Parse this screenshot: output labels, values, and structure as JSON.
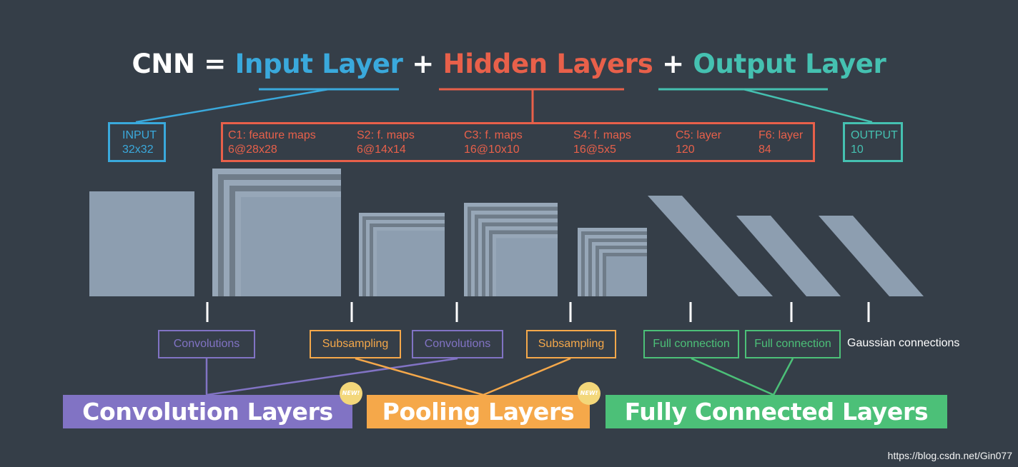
{
  "colors": {
    "input": "#3aa9dc",
    "hidden": "#e8604a",
    "output": "#45c1b1",
    "conv": "#8173c4",
    "pool": "#f5a84a",
    "fc": "#4cc078",
    "map": "#8d9eb0"
  },
  "title": {
    "cnn": "CNN =",
    "input": "Input Layer",
    "plus1": "+",
    "hidden": "Hidden Layers",
    "plus2": "+",
    "output": "Output Layer"
  },
  "input_box": {
    "line1": "INPUT",
    "line2": "32x32"
  },
  "hidden_box": [
    {
      "line1": "C1:  feature maps",
      "line2": "6@28x28"
    },
    {
      "line1": "S2:  f. maps",
      "line2": "6@14x14"
    },
    {
      "line1": "C3:  f. maps",
      "line2": "16@10x10"
    },
    {
      "line1": "S4:  f. maps",
      "line2": "16@5x5"
    },
    {
      "line1": "C5:  layer",
      "line2": "120"
    },
    {
      "line1": "F6:  layer",
      "line2": "84"
    }
  ],
  "output_box": {
    "line1": "OUTPUT",
    "line2": "10"
  },
  "operations": {
    "conv1": "Convolutions",
    "sub1": "Subsampling",
    "conv2": "Convolutions",
    "sub2": "Subsampling",
    "full1": "Full connection",
    "full2": "Full connection",
    "gaussian": "Gaussian connections"
  },
  "categories": {
    "conv": "Convolution Layers",
    "pool": "Pooling Layers",
    "fc": "Fully Connected Layers"
  },
  "badges": {
    "new1": "NEW!",
    "new2": "NEW!"
  },
  "watermark": "https://blog.csdn.net/Gin077"
}
